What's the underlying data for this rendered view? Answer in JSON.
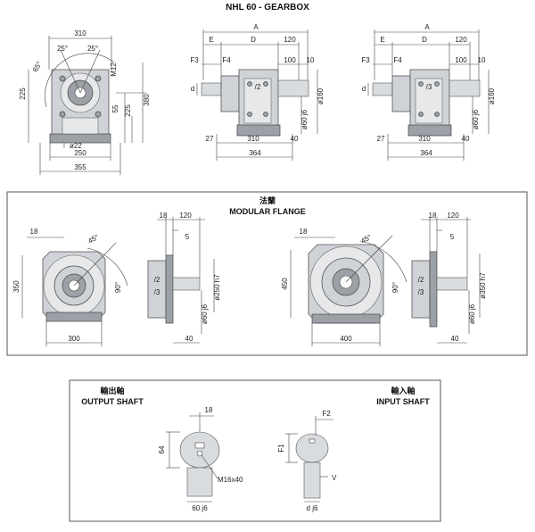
{
  "title": "NHL 60 - GEARBOX",
  "gearbox": {
    "front": {
      "top_width": "310",
      "angle_left": "25°",
      "angle_right": "25°",
      "angle_side": "65°",
      "thread": "M12",
      "height_left": "225",
      "height_right": "380",
      "dim_55": "55",
      "dim_225b": "225",
      "foot_hole": "ø22",
      "foot_width": "250",
      "overall_width": "355"
    },
    "side1": {
      "A": "A",
      "E": "E",
      "D": "D",
      "d120": "120",
      "F3": "F3",
      "F4": "F4",
      "d100": "100",
      "d10": "10",
      "d": "d",
      "ratio": "/2",
      "shaft_d": "ø160",
      "shaft_d2": "ø60 j6",
      "b27": "27",
      "b310": "310",
      "b40": "40",
      "b364": "364"
    },
    "side2": {
      "A": "A",
      "E": "E",
      "D": "D",
      "d120": "120",
      "F3": "F3",
      "F4": "F4",
      "d100": "100",
      "d10": "10",
      "d": "d",
      "ratio": "/3",
      "shaft_d": "ø160",
      "shaft_d2": "ø60 j6",
      "b27": "27",
      "b310": "310",
      "b40": "40",
      "b364": "364"
    }
  },
  "flange": {
    "title_cn": "法蘭",
    "title_en": "MODULAR FLANGE",
    "left": {
      "d18": "18",
      "angle": "45°",
      "height": "350",
      "angle90": "90°",
      "width": "300"
    },
    "left_side": {
      "d18": "18",
      "d120": "120",
      "d5": "5",
      "r2": "/2",
      "r3": "/3",
      "dia": "ø250 h7",
      "shaft": "ø60 j6",
      "d40": "40"
    },
    "right": {
      "d18": "18",
      "angle": "45°",
      "height": "450",
      "angle90": "90°",
      "width": "400"
    },
    "right_side": {
      "d18": "18",
      "d120": "120",
      "d5": "5",
      "r2": "/2",
      "r3": "/3",
      "dia": "ø350 h7",
      "shaft": "ø60 j6",
      "d40": "40"
    }
  },
  "shafts": {
    "output_cn": "輸出軸",
    "output_en": "OUTPUT SHAFT",
    "input_cn": "輸入軸",
    "input_en": "INPUT SHAFT",
    "out": {
      "d18": "18",
      "d64": "64",
      "thread": "M16x40",
      "dia": "60 j6"
    },
    "in": {
      "F2": "F2",
      "F1": "F1",
      "V": "V",
      "dia": "d j6"
    }
  },
  "colors": {
    "casting": "#cfd2d6",
    "dark": "#9ca1a7",
    "frame": "#555555"
  }
}
